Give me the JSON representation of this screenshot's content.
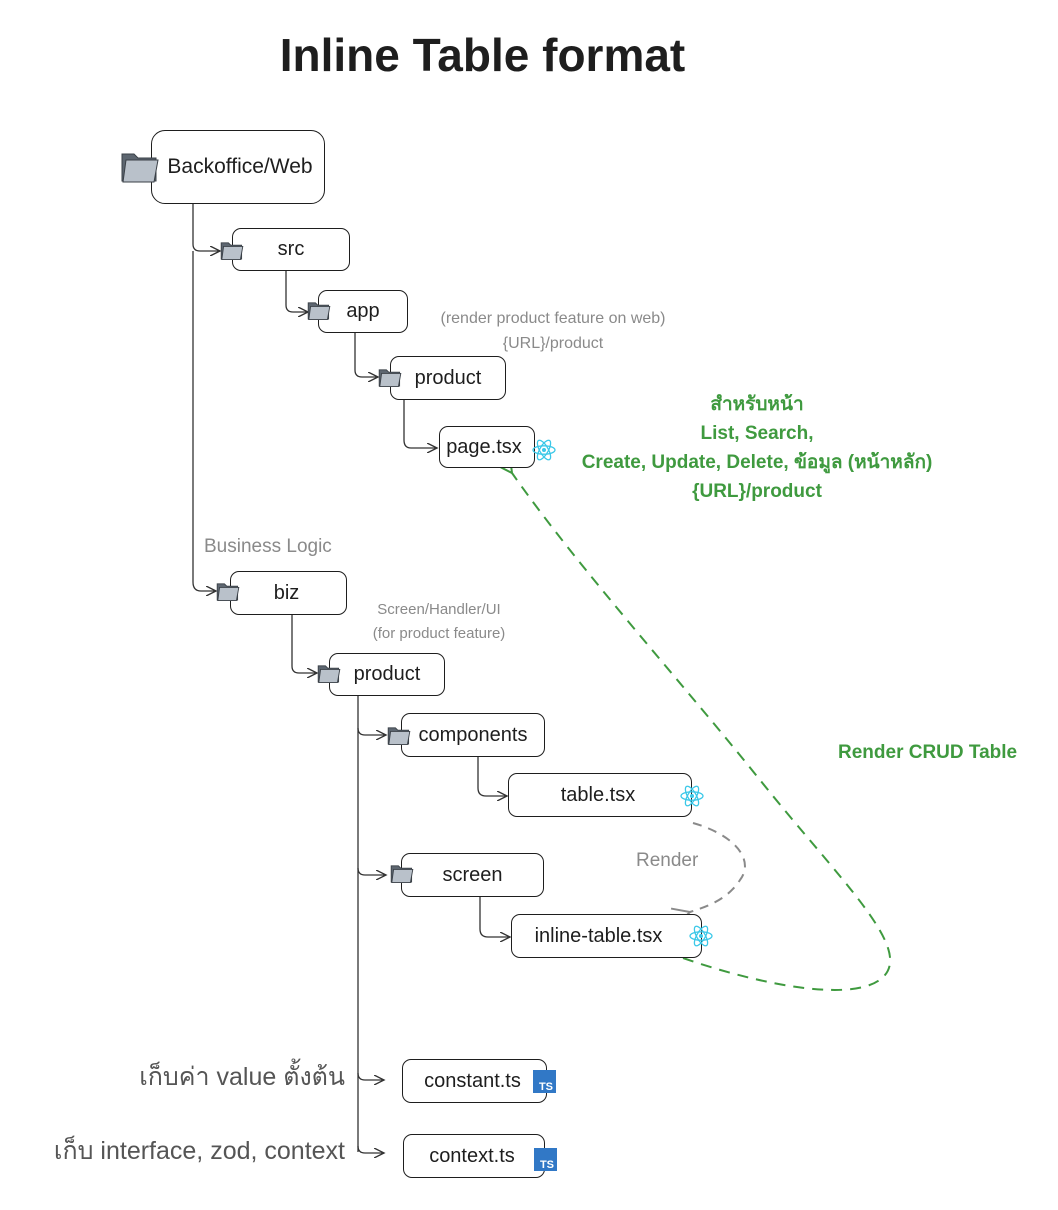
{
  "title": "Inline Table format",
  "nodes": {
    "backoffice": "Backoffice/Web",
    "src": "src",
    "app": "app",
    "app_product": "product",
    "page_tsx": "page.tsx",
    "biz": "biz",
    "biz_product": "product",
    "components": "components",
    "table_tsx": "table.tsx",
    "screen": "screen",
    "inline_table_tsx": "inline-table.tsx",
    "constant_ts": "constant.ts",
    "context_ts": "context.ts"
  },
  "notes": {
    "app_note_line1": "(render product feature on web)",
    "app_note_line2": "{URL}/product",
    "business_logic": "Business Logic",
    "biz_note_line1": "Screen/Handler/UI",
    "biz_note_line2": "(for product feature)",
    "render": "Render"
  },
  "green_notes": {
    "page_line1": "สำหรับหน้า",
    "page_line2": "List, Search,",
    "page_line3": "Create, Update, Delete, ข้อมูล (หน้าหลัก)",
    "page_line4": "{URL}/product",
    "render_crud": "Render CRUD Table"
  },
  "side_labels": {
    "constant": "เก็บค่า value ตั้งต้น",
    "context": "เก็บ interface, zod, context"
  },
  "badges": {
    "ts": "TS"
  },
  "icons": [
    "folder-icon",
    "react-icon",
    "typescript-icon"
  ],
  "colors": {
    "stroke": "#1e1e1e",
    "muted": "#8a8a8a",
    "green": "#3f9a3f",
    "react": "#3bc8e8",
    "ts_blue": "#3178c6"
  }
}
